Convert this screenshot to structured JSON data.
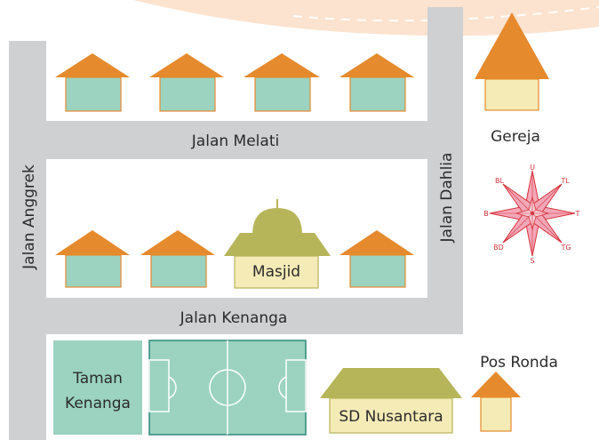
{
  "streets": {
    "melati": "Jalan Melati",
    "kenanga": "Jalan Kenanga",
    "anggrek": "Jalan Anggrek",
    "dahlia": "Jalan Dahlia"
  },
  "landmarks": {
    "gereja": "Gereja",
    "masjid": "Masjid",
    "taman": [
      "Taman",
      "Kenanga"
    ],
    "sd": "SD Nusantara",
    "pos_ronda": "Pos Ronda"
  },
  "compass": {
    "north": "U",
    "south": "S",
    "east": "T",
    "west": "B",
    "northeast": "TL",
    "northwest": "BL",
    "southeast": "TG",
    "southwest": "BD"
  },
  "colors": {
    "road": "#cfd0d2",
    "roof": "#e58a2d",
    "wall": "#9bd3c0",
    "green_building": "#b7b55a",
    "cream_wall": "#f4ebb7",
    "field": "#9bd3c0",
    "compass_red": "#d6333a",
    "compass_pink": "#f4a7b9"
  }
}
